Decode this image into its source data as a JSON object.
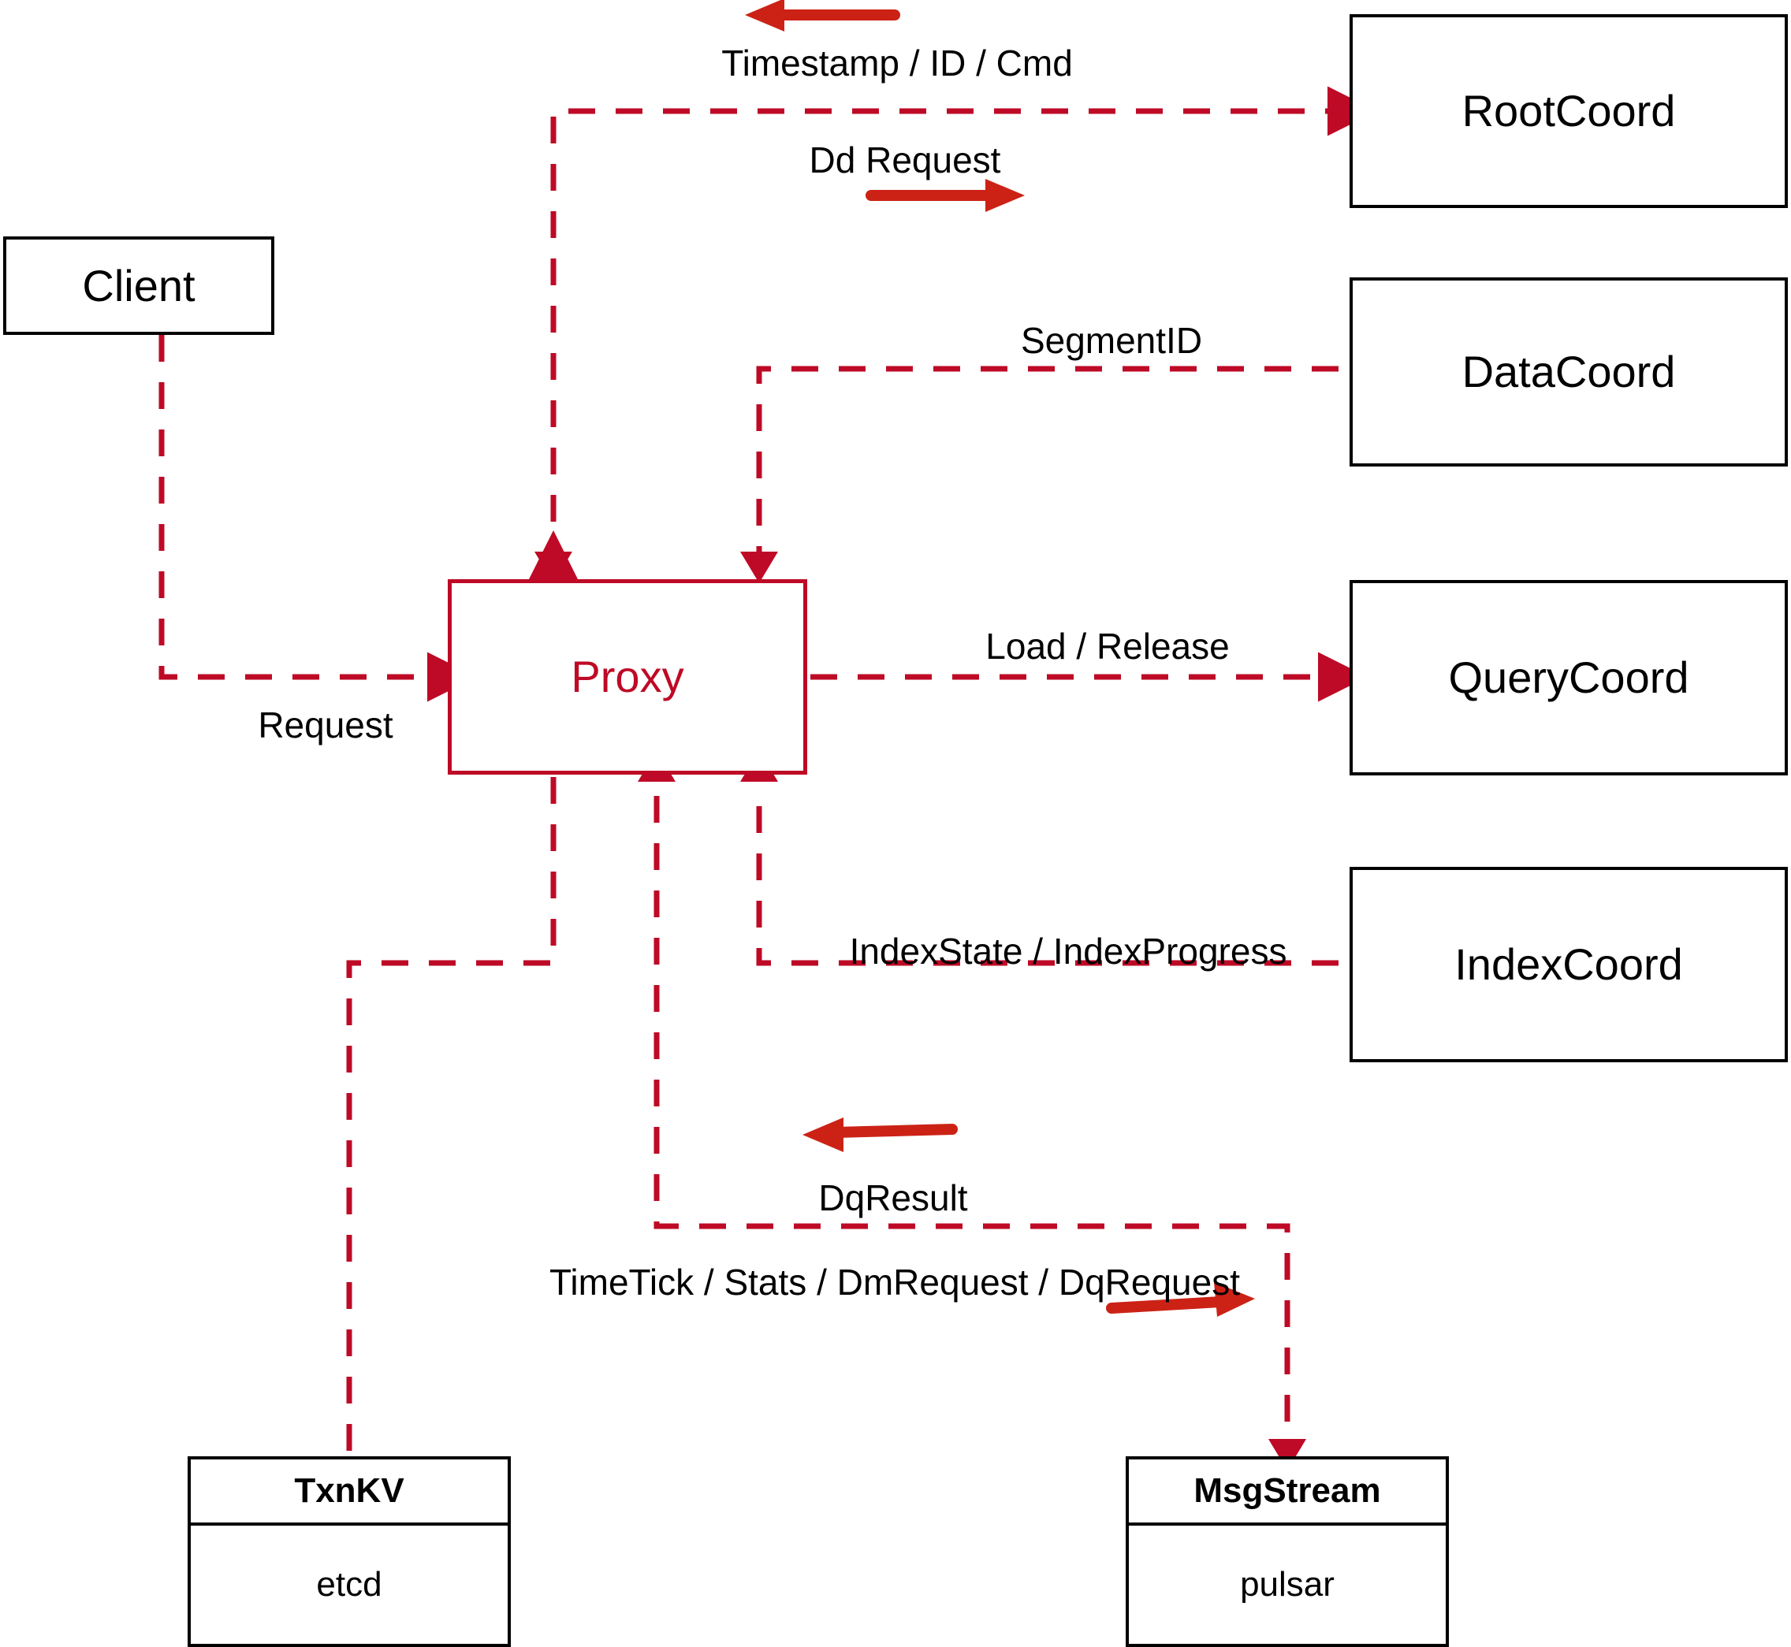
{
  "diagram": {
    "title": "Milvus Proxy interaction diagram",
    "colors": {
      "connector": "#BE0A26",
      "arrow_accent": "#CC2216",
      "node_border": "#000000",
      "background": "#FFFFFF"
    },
    "nodes": {
      "client": {
        "label": "Client"
      },
      "proxy": {
        "label": "Proxy"
      },
      "root_coord": {
        "label": "RootCoord"
      },
      "data_coord": {
        "label": "DataCoord"
      },
      "query_coord": {
        "label": "QueryCoord"
      },
      "index_coord": {
        "label": "IndexCoord"
      },
      "txnkv": {
        "header": "TxnKV",
        "body": "etcd"
      },
      "msgstream": {
        "header": "MsgStream",
        "body": "pulsar"
      }
    },
    "edge_labels": {
      "timestamp_id_cmd": "Timestamp / ID / Cmd",
      "dd_request": "Dd Request",
      "segment_id": "SegmentID",
      "request": "Request",
      "load_release": "Load / Release",
      "index_state_progress": "IndexState / IndexProgress",
      "dq_result": "DqResult",
      "timetick_stats": "TimeTick / Stats / DmRequest / DqRequest"
    }
  }
}
